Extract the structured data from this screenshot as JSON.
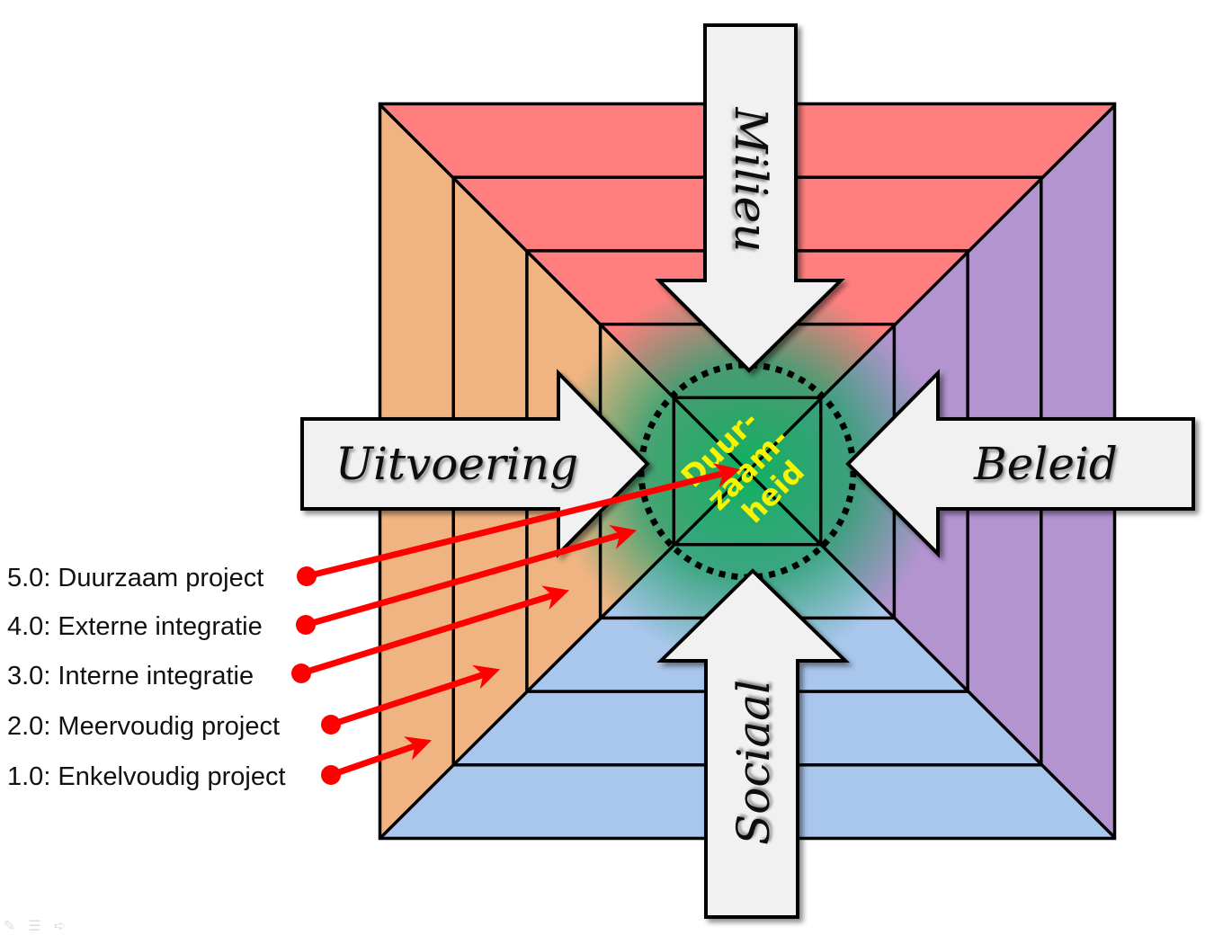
{
  "diagram": {
    "title": "Duurzaamheid levels diagram",
    "colors": {
      "top_environment": "#ff7f7f",
      "left_execution": "#f0b482",
      "right_policy": "#b394d0",
      "bottom_social": "#a9c6ec",
      "center_green": "#1fa86a",
      "center_text": "#f5f500",
      "arrow_fill": "#f1f1f1",
      "pointer_red": "#ff0000",
      "outline": "#000000"
    },
    "arrows": [
      {
        "id": "top",
        "label": "Milieu",
        "direction": "down"
      },
      {
        "id": "left",
        "label": "Uitvoering",
        "direction": "right"
      },
      {
        "id": "right",
        "label": "Beleid",
        "direction": "left"
      },
      {
        "id": "bottom",
        "label": "Sociaal",
        "direction": "up"
      }
    ],
    "center": {
      "lines": [
        "Duur-",
        "zaam-",
        "heid"
      ]
    },
    "levels": [
      {
        "label": "5.0: Duurzaam project",
        "ring": 5
      },
      {
        "label": "4.0: Externe integratie",
        "ring": 4
      },
      {
        "label": "3.0: Interne integratie",
        "ring": 3
      },
      {
        "label": "2.0: Meervoudig project",
        "ring": 2
      },
      {
        "label": "1.0: Enkelvoudig project",
        "ring": 1
      }
    ],
    "ring_count": 5,
    "footer_icons": [
      "pen-icon",
      "notes-icon",
      "pointer-icon"
    ]
  }
}
